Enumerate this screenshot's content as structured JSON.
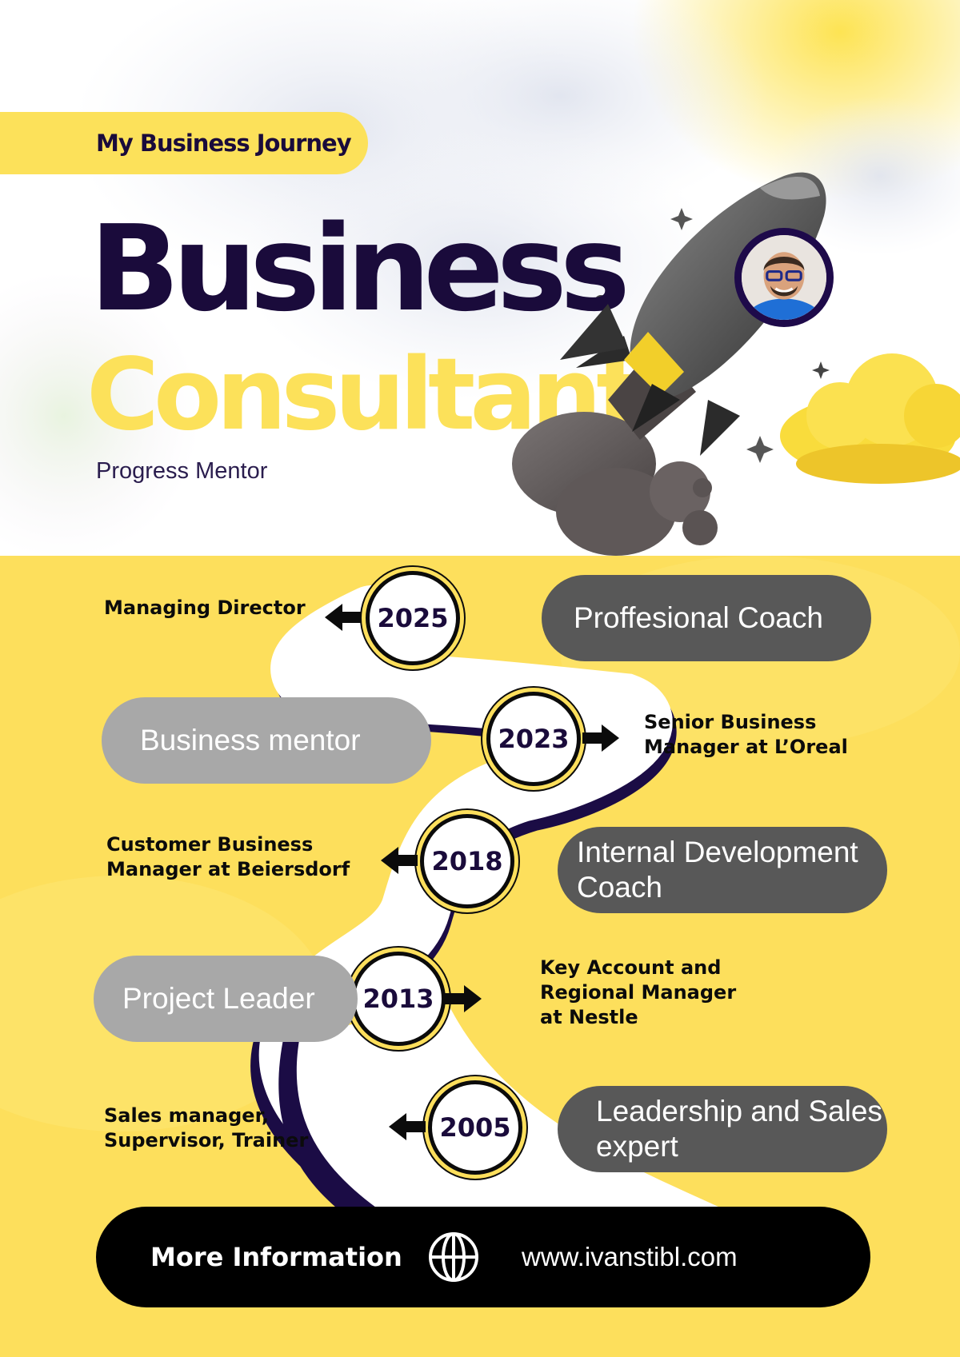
{
  "header": {
    "journey_label": "My Business Journey",
    "title_line1": "Business",
    "title_line2": "Consultant",
    "subtitle": "Progress Mentor"
  },
  "timeline": [
    {
      "year": "2025",
      "role": "Managing Director",
      "pill": "Proffesional Coach"
    },
    {
      "year": "2023",
      "role": "Senior Business Manager at L’Oreal",
      "pill": "Business mentor"
    },
    {
      "year": "2018",
      "role": "Customer Business Manager at Beiersdorf",
      "pill": "Internal Development Coach"
    },
    {
      "year": "2013",
      "role": "Key Account and Regional Manager at Nestle",
      "pill": "Project Leader"
    },
    {
      "year": "2005",
      "role": "Sales manager, Supervisor, Trainer",
      "pill": "Leadership and Sales expert"
    }
  ],
  "footer": {
    "info_label": "More Information",
    "globe_icon": "globe-icon",
    "website": "www.ivanstibl.com"
  },
  "colors": {
    "navy": "#1a0b3b",
    "yellow": "#fddf5c",
    "dark_gray": "#585858",
    "light_gray": "#a8a8a8",
    "black": "#000000"
  }
}
